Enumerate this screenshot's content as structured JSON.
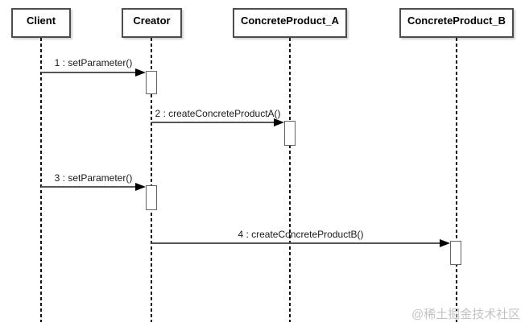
{
  "diagram_type": "uml-sequence-diagram",
  "actors": [
    {
      "name": "Client"
    },
    {
      "name": "Creator"
    },
    {
      "name": "ConcreteProduct_A"
    },
    {
      "name": "ConcreteProduct_B"
    }
  ],
  "messages": [
    {
      "label": "1 : setParameter()",
      "from": "Client",
      "to": "Creator"
    },
    {
      "label": "2 : createConcreteProductA()",
      "from": "Creator",
      "to": "ConcreteProduct_A"
    },
    {
      "label": "3 : setParameter()",
      "from": "Client",
      "to": "Creator"
    },
    {
      "label": "4 : createConcreteProductB()",
      "from": "Creator",
      "to": "ConcreteProduct_B"
    }
  ],
  "watermark": {
    "text": "@稀土掘金技术社区"
  },
  "colors": {
    "background": "#ffffff",
    "box_border": "#4d4d4d",
    "message_line": "#565656",
    "arrowhead": "#000000",
    "lifeline": "#141414",
    "activation_border": "#666666",
    "watermark": "#c3c3c3"
  }
}
